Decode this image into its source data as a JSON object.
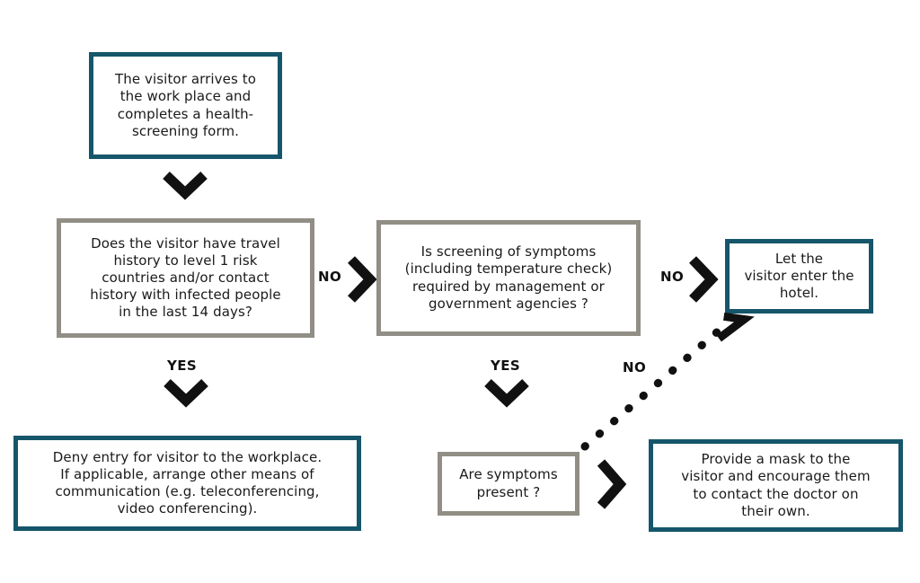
{
  "diagram": {
    "title": "Visitor health-screening entry flowchart",
    "colors": {
      "teal_border": "#16566b",
      "gray_border": "#908e85",
      "arrow": "#111111",
      "text": "#1a1a1a",
      "background": "#ffffff"
    },
    "nodes": [
      {
        "id": "arrival",
        "text": "The visitor arrives to\nthe work place and\ncompletes a health-\nscreening  form.",
        "style": "teal"
      },
      {
        "id": "travel-history",
        "text": "Does the visitor have travel\nhistory to level 1 risk\ncountries and/or contact\nhistory with infected people\nin the last 14 days?",
        "style": "gray"
      },
      {
        "id": "screening-required",
        "text": "Is screening of symptoms\n(including temperature check)\nrequired by management or\ngovernment agencies ?",
        "style": "gray"
      },
      {
        "id": "enter-hotel",
        "text": "Let the\nvisitor enter the\nhotel.",
        "style": "teal"
      },
      {
        "id": "deny-entry",
        "text": "Deny entry for visitor to the workplace.\nIf applicable, arrange other means of\ncommunication (e.g. teleconferencing,\nvideo conferencing).",
        "style": "teal"
      },
      {
        "id": "symptoms-present",
        "text": "Are symptoms\npresent ?",
        "style": "gray"
      },
      {
        "id": "provide-mask",
        "text": "Provide a mask to the\nvisitor and encourage them\nto contact the doctor on\ntheir own.",
        "style": "teal"
      }
    ],
    "edge_labels": {
      "travel_no": "NO",
      "travel_yes": "YES",
      "screening_no": "NO",
      "screening_yes": "YES",
      "symptoms_no": "NO"
    }
  }
}
